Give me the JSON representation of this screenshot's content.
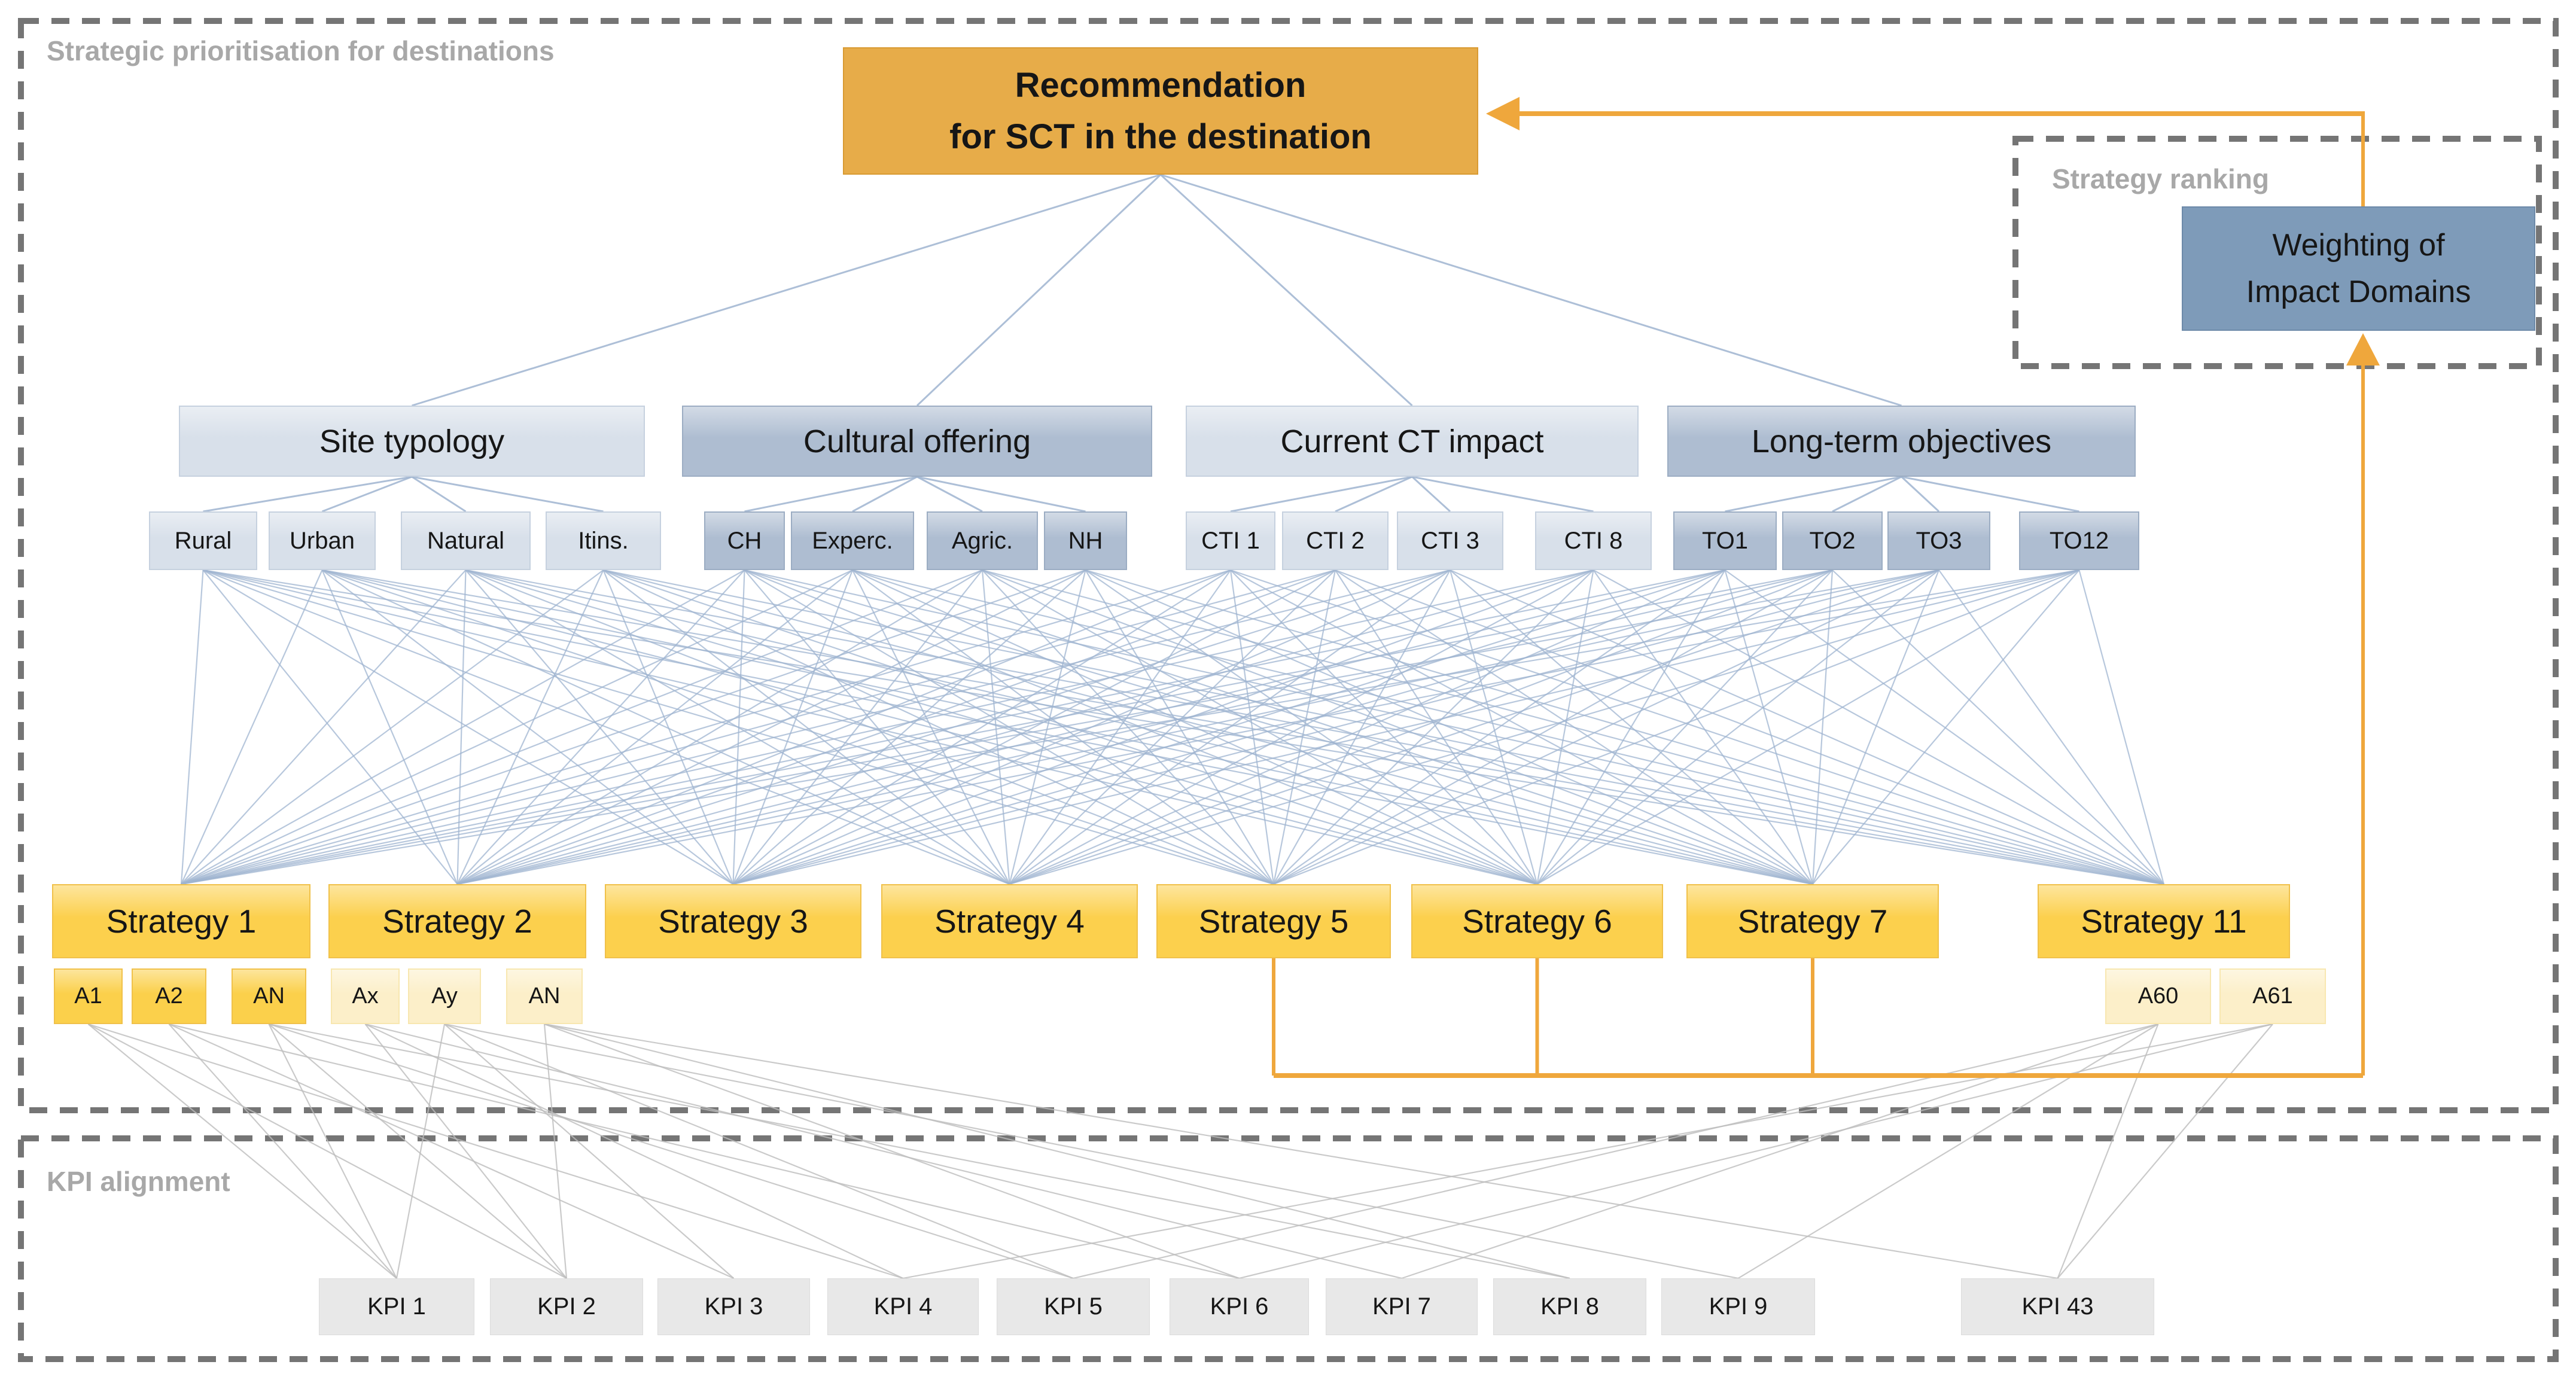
{
  "sections": {
    "strategic": {
      "label": "Strategic prioritisation for destinations"
    },
    "ranking": {
      "label": "Strategy ranking"
    },
    "kpi": {
      "label": "KPI alignment"
    }
  },
  "recommendation": {
    "line1": "Recommendation",
    "line2": "for SCT in the destination"
  },
  "weighting": {
    "line1": "Weighting of",
    "line2": "Impact Domains"
  },
  "categories": [
    {
      "id": "site",
      "label": "Site typology",
      "tone": "light"
    },
    {
      "id": "cultural",
      "label": "Cultural offering",
      "tone": "dark"
    },
    {
      "id": "current",
      "label": "Current CT impact",
      "tone": "light"
    },
    {
      "id": "longterm",
      "label": "Long-term objectives",
      "tone": "dark"
    }
  ],
  "subcategories": [
    {
      "id": "rural",
      "label": "Rural",
      "parent": "site",
      "tone": "light"
    },
    {
      "id": "urban",
      "label": "Urban",
      "parent": "site",
      "tone": "light"
    },
    {
      "id": "natural",
      "label": "Natural",
      "parent": "site",
      "tone": "light"
    },
    {
      "id": "itins",
      "label": "Itins.",
      "parent": "site",
      "tone": "light"
    },
    {
      "id": "ch",
      "label": "CH",
      "parent": "cultural",
      "tone": "dark"
    },
    {
      "id": "experc",
      "label": "Experc.",
      "parent": "cultural",
      "tone": "dark"
    },
    {
      "id": "agric",
      "label": "Agric.",
      "parent": "cultural",
      "tone": "dark"
    },
    {
      "id": "nh",
      "label": "NH",
      "parent": "cultural",
      "tone": "dark"
    },
    {
      "id": "cti1",
      "label": "CTI 1",
      "parent": "current",
      "tone": "light"
    },
    {
      "id": "cti2",
      "label": "CTI 2",
      "parent": "current",
      "tone": "light"
    },
    {
      "id": "cti3",
      "label": "CTI 3",
      "parent": "current",
      "tone": "light"
    },
    {
      "id": "cti8",
      "label": "CTI 8",
      "parent": "current",
      "tone": "light"
    },
    {
      "id": "to1",
      "label": "TO1",
      "parent": "longterm",
      "tone": "dark"
    },
    {
      "id": "to2",
      "label": "TO2",
      "parent": "longterm",
      "tone": "dark"
    },
    {
      "id": "to3",
      "label": "TO3",
      "parent": "longterm",
      "tone": "dark"
    },
    {
      "id": "to12",
      "label": "TO12",
      "parent": "longterm",
      "tone": "dark"
    }
  ],
  "strategies": [
    {
      "id": "s1",
      "label": "Strategy 1"
    },
    {
      "id": "s2",
      "label": "Strategy 2"
    },
    {
      "id": "s3",
      "label": "Strategy 3"
    },
    {
      "id": "s4",
      "label": "Strategy 4"
    },
    {
      "id": "s5",
      "label": "Strategy 5"
    },
    {
      "id": "s6",
      "label": "Strategy 6"
    },
    {
      "id": "s7",
      "label": "Strategy 7"
    },
    {
      "id": "s11",
      "label": "Strategy 11"
    }
  ],
  "activities": [
    {
      "id": "a1",
      "label": "A1",
      "parent": "s1",
      "tone": "solid"
    },
    {
      "id": "a2",
      "label": "A2",
      "parent": "s1",
      "tone": "solid"
    },
    {
      "id": "an1",
      "label": "AN",
      "parent": "s1",
      "tone": "solid"
    },
    {
      "id": "ax",
      "label": "Ax",
      "parent": "s2",
      "tone": "pale"
    },
    {
      "id": "ay",
      "label": "Ay",
      "parent": "s2",
      "tone": "pale"
    },
    {
      "id": "an2",
      "label": "AN",
      "parent": "s2",
      "tone": "pale"
    },
    {
      "id": "a60",
      "label": "A60",
      "parent": "s11",
      "tone": "pale"
    },
    {
      "id": "a61",
      "label": "A61",
      "parent": "s11",
      "tone": "pale"
    }
  ],
  "kpis": [
    {
      "id": "kpi1",
      "label": "KPI 1"
    },
    {
      "id": "kpi2",
      "label": "KPI 2"
    },
    {
      "id": "kpi3",
      "label": "KPI 3"
    },
    {
      "id": "kpi4",
      "label": "KPI 4"
    },
    {
      "id": "kpi5",
      "label": "KPI 5"
    },
    {
      "id": "kpi6",
      "label": "KPI 6"
    },
    {
      "id": "kpi7",
      "label": "KPI 7"
    },
    {
      "id": "kpi8",
      "label": "KPI 8"
    },
    {
      "id": "kpi9",
      "label": "KPI 9"
    },
    {
      "id": "kpi43",
      "label": "KPI 43"
    }
  ],
  "connections": {
    "recommendation_to_categories": [
      "site",
      "cultural",
      "current",
      "longterm"
    ],
    "subcategories_to_strategies": "all",
    "strategies_to_weighting": [
      "s5",
      "s6",
      "s7"
    ],
    "weighting_to_recommendation": true,
    "activities_to_kpis": [
      [
        "a1",
        "kpi1"
      ],
      [
        "a1",
        "kpi2"
      ],
      [
        "a1",
        "kpi4"
      ],
      [
        "a2",
        "kpi1"
      ],
      [
        "a2",
        "kpi3"
      ],
      [
        "a2",
        "kpi6"
      ],
      [
        "an1",
        "kpi1"
      ],
      [
        "an1",
        "kpi2"
      ],
      [
        "an1",
        "kpi5"
      ],
      [
        "an1",
        "kpi8"
      ],
      [
        "ax",
        "kpi2"
      ],
      [
        "ax",
        "kpi4"
      ],
      [
        "ax",
        "kpi7"
      ],
      [
        "ay",
        "kpi1"
      ],
      [
        "ay",
        "kpi3"
      ],
      [
        "ay",
        "kpi5"
      ],
      [
        "ay",
        "kpi9"
      ],
      [
        "an2",
        "kpi2"
      ],
      [
        "an2",
        "kpi6"
      ],
      [
        "an2",
        "kpi8"
      ],
      [
        "an2",
        "kpi43"
      ],
      [
        "a60",
        "kpi5"
      ],
      [
        "a60",
        "kpi7"
      ],
      [
        "a60",
        "kpi9"
      ],
      [
        "a60",
        "kpi43"
      ],
      [
        "a61",
        "kpi4"
      ],
      [
        "a61",
        "kpi6"
      ],
      [
        "a61",
        "kpi43"
      ]
    ]
  },
  "colors": {
    "accent_orange": "#EFA73C",
    "recommendation_gold": "#E7AC49",
    "strategy_yellow": "#FCD04D",
    "activity_pale_yellow": "#FCEFC9",
    "category_light_blue": "#D8E0EA",
    "category_dark_blue": "#AEBDD1",
    "weighting_blue": "#7E9BB9",
    "kpi_gray": "#E8E8E8",
    "hierarchy_line_blue": "#9FB4D0",
    "kpi_line_gray": "#BDBDBD",
    "dashed_border_gray": "#757575",
    "section_label_gray": "#A8A8A8"
  }
}
